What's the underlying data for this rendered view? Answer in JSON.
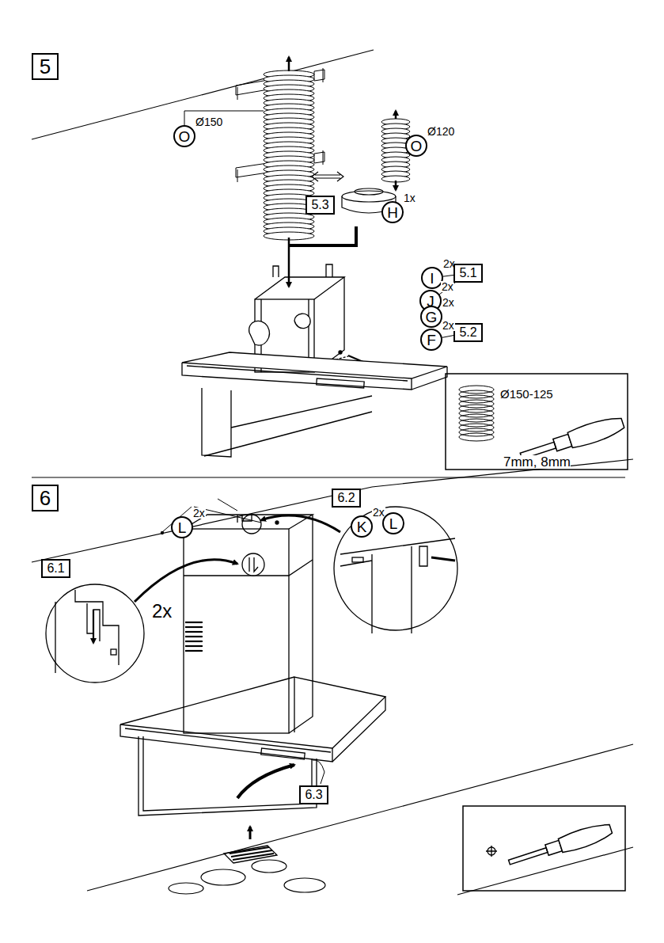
{
  "diagram": {
    "nodes": [
      {
        "text": [
          "5"
        ]
      },
      {
        "text": [
          "O",
          "Ø150"
        ]
      },
      {
        "text": [
          "O",
          "Ø120"
        ]
      },
      {
        "text": [
          "5.3"
        ]
      },
      {
        "text": [
          "H",
          "1x"
        ]
      },
      {
        "text": [
          "I",
          "2x"
        ]
      },
      {
        "text": [
          "J",
          "2x"
        ]
      },
      {
        "text": [
          "5.1"
        ]
      },
      {
        "text": [
          "G",
          "2x"
        ]
      },
      {
        "text": [
          "5.2"
        ]
      },
      {
        "text": [
          "F",
          "2x"
        ]
      },
      {
        "text": [
          "6"
        ]
      },
      {
        "text": [
          "L",
          "2x"
        ]
      },
      {
        "text": [
          "6.2"
        ]
      },
      {
        "text": [
          "K",
          "2x"
        ]
      },
      {
        "text": [
          "L"
        ]
      },
      {
        "text": [
          "6.1"
        ]
      },
      {
        "text": [
          "6.3"
        ]
      }
    ],
    "edges": [
      {
        "from": 5,
        "to": 7,
        "arrow": "none"
      },
      {
        "from": 6,
        "to": 7,
        "arrow": "none"
      },
      {
        "from": 8,
        "to": 9,
        "arrow": "none"
      },
      {
        "from": 10,
        "to": 9,
        "arrow": "none"
      }
    ],
    "labels": [
      "Ø150-125",
      "7mm, 8mm",
      "2x"
    ]
  }
}
